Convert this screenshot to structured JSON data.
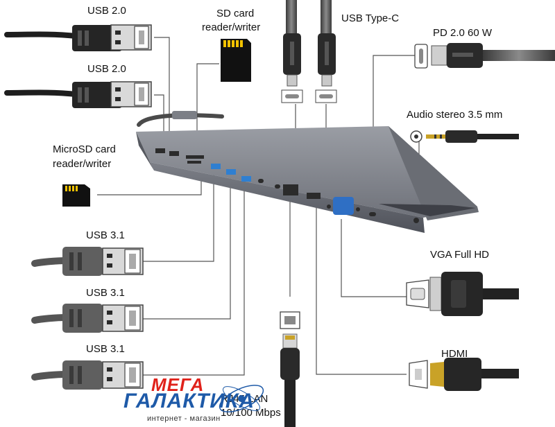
{
  "labels": {
    "usb20_top": "USB 2.0",
    "usb20_second": "USB 2.0",
    "sd_card_line1": "SD card",
    "sd_card_line2": "reader/writer",
    "usb_type_c": "USB Type-C",
    "pd": "PD 2.0 60 W",
    "audio": "Audio stereo 3.5 mm",
    "microsd_line1": "MicroSD card",
    "microsd_line2": "reader/writer",
    "usb31_first": "USB 3.1",
    "usb31_second": "USB 3.1",
    "usb31_third": "USB 3.1",
    "vga": "VGA Full HD",
    "hdmi": "HDMI",
    "lan_line1": "RJ45 LAN",
    "lan_line2": "10/100 Mbps"
  },
  "watermark": {
    "brand_top": "МЕГА",
    "brand_main": "ГАЛАКТИКА",
    "tagline": "интернет - магазин"
  },
  "colors": {
    "hub_body": "#6b6e76",
    "hub_top": "#8a8d94",
    "usb2_cable": "#222222",
    "usb3_cable": "#5f5f5f",
    "usb3_port_blue": "#2f7fd1",
    "connector_outline": "#444444",
    "line": "#555555",
    "watermark_red": "#e0221b",
    "watermark_blue": "#1e5aa8"
  }
}
